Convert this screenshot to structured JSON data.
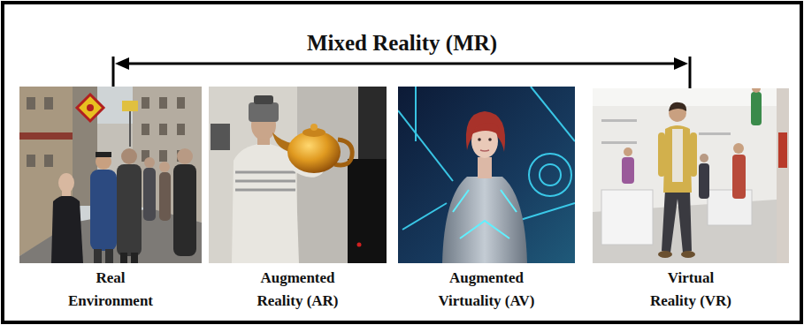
{
  "diagram": {
    "title": "Mixed Reality (MR)",
    "nodes": [
      {
        "text": [
          "Real Environment"
        ]
      },
      {
        "text": [
          "Augmented Reality (AR)"
        ]
      },
      {
        "text": [
          "Augmented Virtuality (AV)"
        ]
      },
      {
        "text": [
          "Virtual Reality (VR)"
        ]
      }
    ]
  }
}
